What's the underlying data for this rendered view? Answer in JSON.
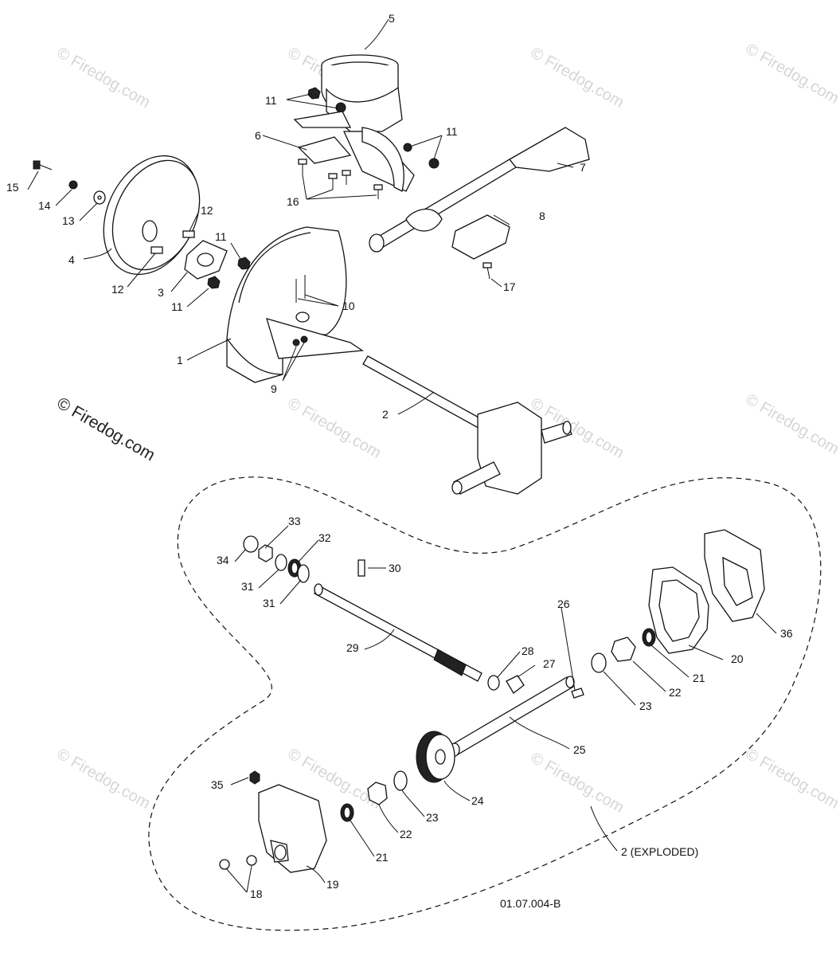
{
  "labels": {
    "l1": "1",
    "l2": "2",
    "l3": "3",
    "l4": "4",
    "l5": "5",
    "l6": "6",
    "l7": "7",
    "l8": "8",
    "l9": "9",
    "l10": "10",
    "l11a": "11",
    "l11b": "11",
    "l11c": "11",
    "l11d": "11",
    "l12a": "12",
    "l12b": "12",
    "l13": "13",
    "l14": "14",
    "l15": "15",
    "l16": "16",
    "l17": "17",
    "l18": "18",
    "l19": "19",
    "l20": "20",
    "l21a": "21",
    "l21b": "21",
    "l22a": "22",
    "l22b": "22",
    "l23a": "23",
    "l23b": "23",
    "l24": "24",
    "l25": "25",
    "l26": "26",
    "l27": "27",
    "l28": "28",
    "l29": "29",
    "l30": "30",
    "l31a": "31",
    "l31b": "31",
    "l32": "32",
    "l33": "33",
    "l34": "34",
    "l35": "35",
    "l36": "36"
  },
  "exploded_label": "2 (EXPLODED)",
  "drawing_code": "01.07.004-B",
  "watermark_text": "© Firedog.com",
  "colors": {
    "ink": "#111111",
    "watermark": "#d6d6d6"
  }
}
